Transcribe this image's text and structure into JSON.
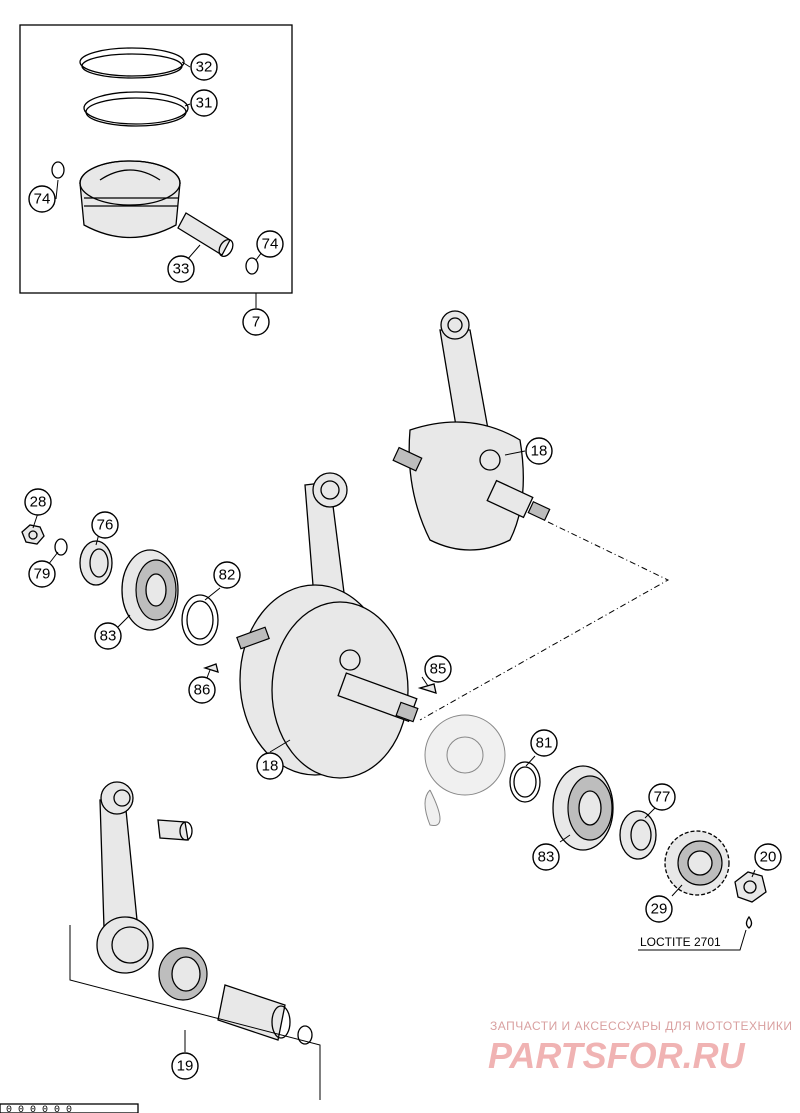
{
  "callouts": {
    "c32": "32",
    "c31": "31",
    "c74a": "74",
    "c74b": "74",
    "c33": "33",
    "c7": "7",
    "c18a": "18",
    "c28": "28",
    "c76": "76",
    "c79": "79",
    "c82": "82",
    "c83a": "83",
    "c85": "85",
    "c86": "86",
    "c18b": "18",
    "c81": "81",
    "c77": "77",
    "c83b": "83",
    "c20": "20",
    "c29": "29",
    "c19": "19"
  },
  "note": {
    "loctite": "LOCTITE 2701"
  },
  "footer": {
    "code": "0 0 0 0 0 0"
  },
  "watermark": {
    "tagline": "ЗАПЧАСТИ И АКСЕССУАРЫ ДЛЯ МОТОТЕХНИКИ",
    "brand": "PARTSFOR.RU"
  }
}
